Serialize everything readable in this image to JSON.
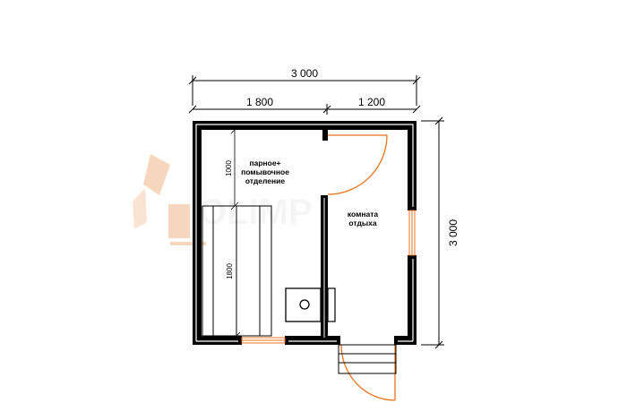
{
  "dimensions": {
    "total_width": "3 000",
    "left_part": "1 800",
    "right_part": "1 200",
    "total_height": "3 000",
    "bench_height": "1000",
    "bench_length": "1800"
  },
  "rooms": {
    "steam_room_lines": [
      "парное+",
      "помывочное",
      "отделение"
    ],
    "rest_room_lines": [
      "комната",
      "отдыха"
    ]
  },
  "colors": {
    "wall": "#000000",
    "door": "#e8731a",
    "window": "#e8731a",
    "watermark": "#e8731a",
    "dim_line": "#000000"
  },
  "icons": {
    "stove": "stove-icon",
    "logo": "watermark-logo"
  }
}
